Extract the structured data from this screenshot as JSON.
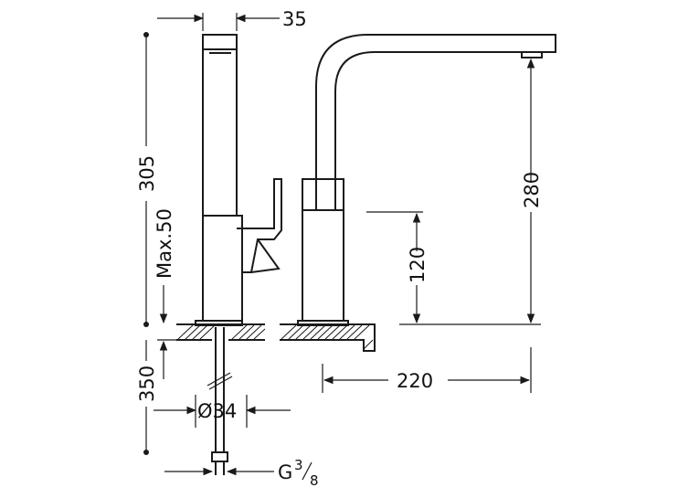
{
  "dimensions": {
    "top_width": "35",
    "total_height": "305",
    "max_counter_thickness": "Max.50",
    "hose_length": "350",
    "diameter": "Ø34",
    "thread_main": "G",
    "thread_num": "3",
    "thread_den": "8",
    "spout_height": "280",
    "lever_height": "120",
    "spout_reach": "220"
  },
  "colors": {
    "line": "#1a1a1a",
    "background": "#ffffff"
  }
}
